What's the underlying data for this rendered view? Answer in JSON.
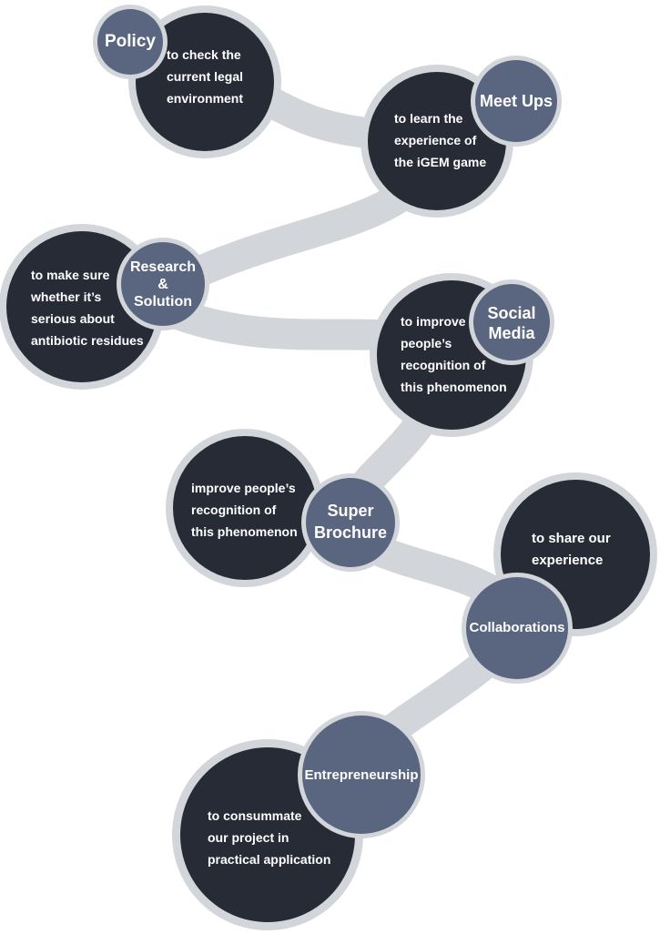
{
  "colors": {
    "connector": "#d2d5d9",
    "ring": "#d2d5d9",
    "desc_circle": "#272b36",
    "label_circle": "#5a6580",
    "text": "#ffffff"
  },
  "nodes": [
    {
      "label": "Policy",
      "text": "to check the\ncurrent legal\nenvironment"
    },
    {
      "label": "Meet Ups",
      "text": "to learn the\nexperience of\nthe iGEM game"
    },
    {
      "label": "Research\n&\nSolution",
      "text": "to make sure\nwhether it’s\nserious about\nantibiotic residues"
    },
    {
      "label": "Social\nMedia",
      "text": "to improve\npeople’s\nrecognition of\nthis phenomenon"
    },
    {
      "label": "Super\nBrochure",
      "text": "improve people’s\nrecognition of\nthis phenomenon"
    },
    {
      "label": "Collaborations",
      "text": "to share our\nexperience"
    },
    {
      "label": "Entrepreneurship",
      "text": "to consummate\nour project in\npractical application"
    }
  ]
}
